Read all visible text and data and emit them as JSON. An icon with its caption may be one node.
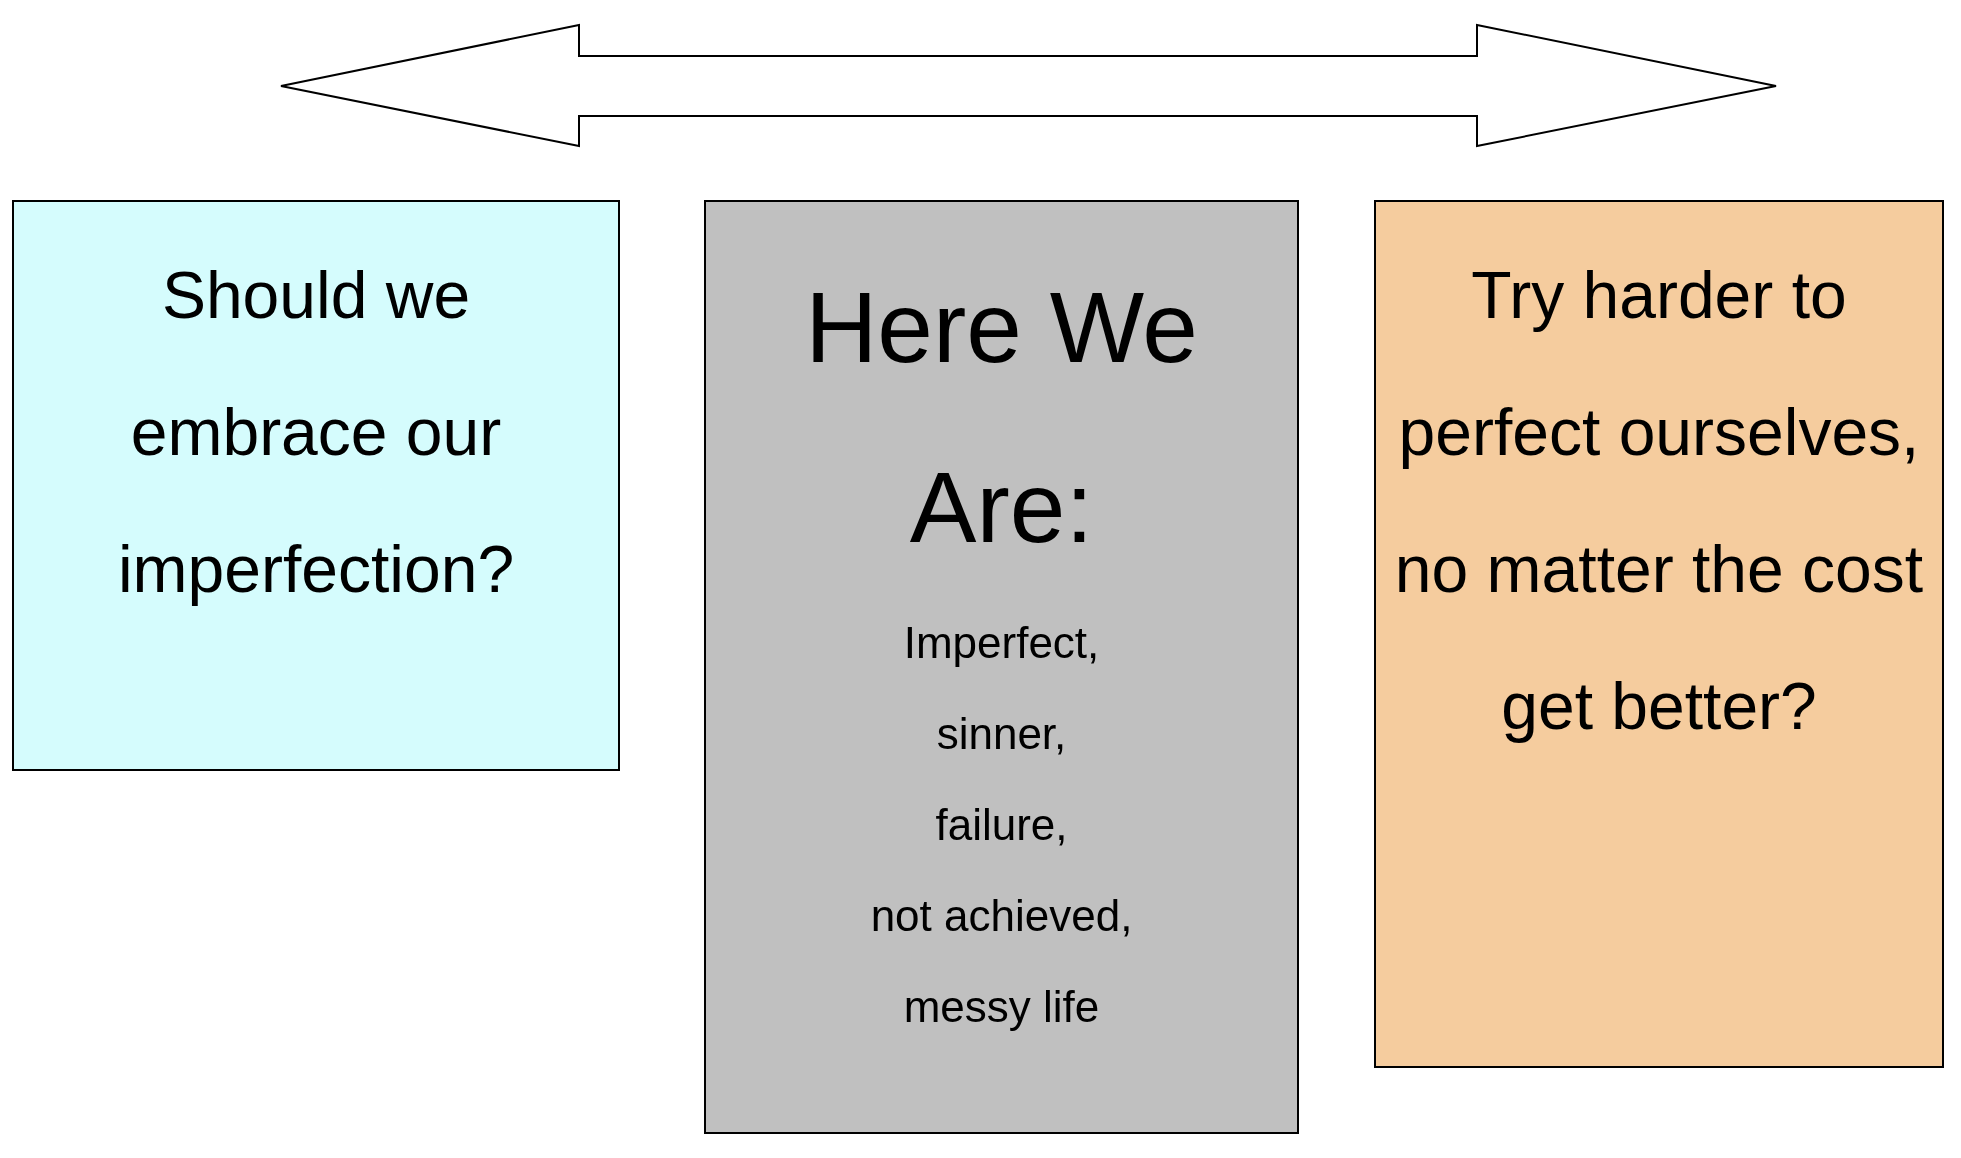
{
  "diagram": {
    "nodes": [
      {
        "text": [
          "Should we embrace our imperfection?"
        ]
      },
      {
        "text": [
          "Here We Are:",
          "Imperfect, sinner, failure, not achieved, messy life"
        ]
      },
      {
        "text": [
          "Try harder to perfect ourselves, no matter the cost get better?"
        ]
      }
    ]
  }
}
